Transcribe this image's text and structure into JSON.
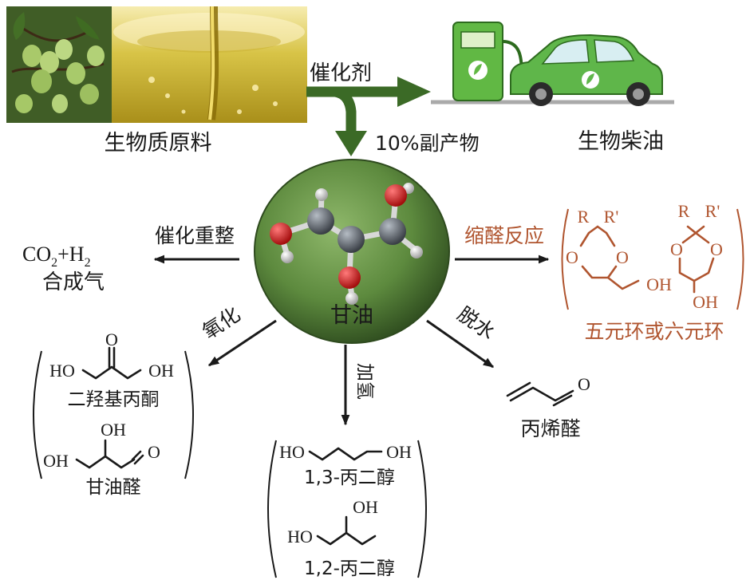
{
  "top": {
    "feedstock_label": "生物质原料",
    "catalyst_label": "催化剂",
    "byproduct_label": "10%副产物",
    "product_label": "生物柴油"
  },
  "center": {
    "label": "甘油"
  },
  "left_branch": {
    "reaction": "催化重整",
    "product_formula_1": "CO",
    "product_sub_1": "2",
    "product_plus": "+H",
    "product_sub_2": "2",
    "product_name": "合成气"
  },
  "right_branch": {
    "reaction": "缩醛反应",
    "product_name": "五元环或六元环",
    "atoms": {
      "r": "R",
      "r_prime": "R'",
      "o": "O",
      "oh": "OH"
    }
  },
  "oxidation_branch": {
    "reaction": "氧化",
    "product_1_name": "二羟基丙酮",
    "product_2_name": "甘油醛",
    "atoms": {
      "ho": "HO",
      "oh": "OH",
      "o": "O"
    }
  },
  "hydrogenation_branch": {
    "reaction": "加氢",
    "product_1_name": "1,3-丙二醇",
    "product_2_name": "1,2-丙二醇",
    "atoms": {
      "ho": "HO",
      "oh": "OH"
    }
  },
  "dehydration_branch": {
    "reaction": "脱水",
    "product_name": "丙烯醛",
    "atoms": {
      "o": "O"
    }
  },
  "colors": {
    "arrow_green": "#3b6a26",
    "sphere_green": "#5d8a3e",
    "carbon": "#5a6068",
    "oxygen": "#d41f1f",
    "hydrogen": "#e6e6e6",
    "accent_brown": "#b0552f"
  }
}
